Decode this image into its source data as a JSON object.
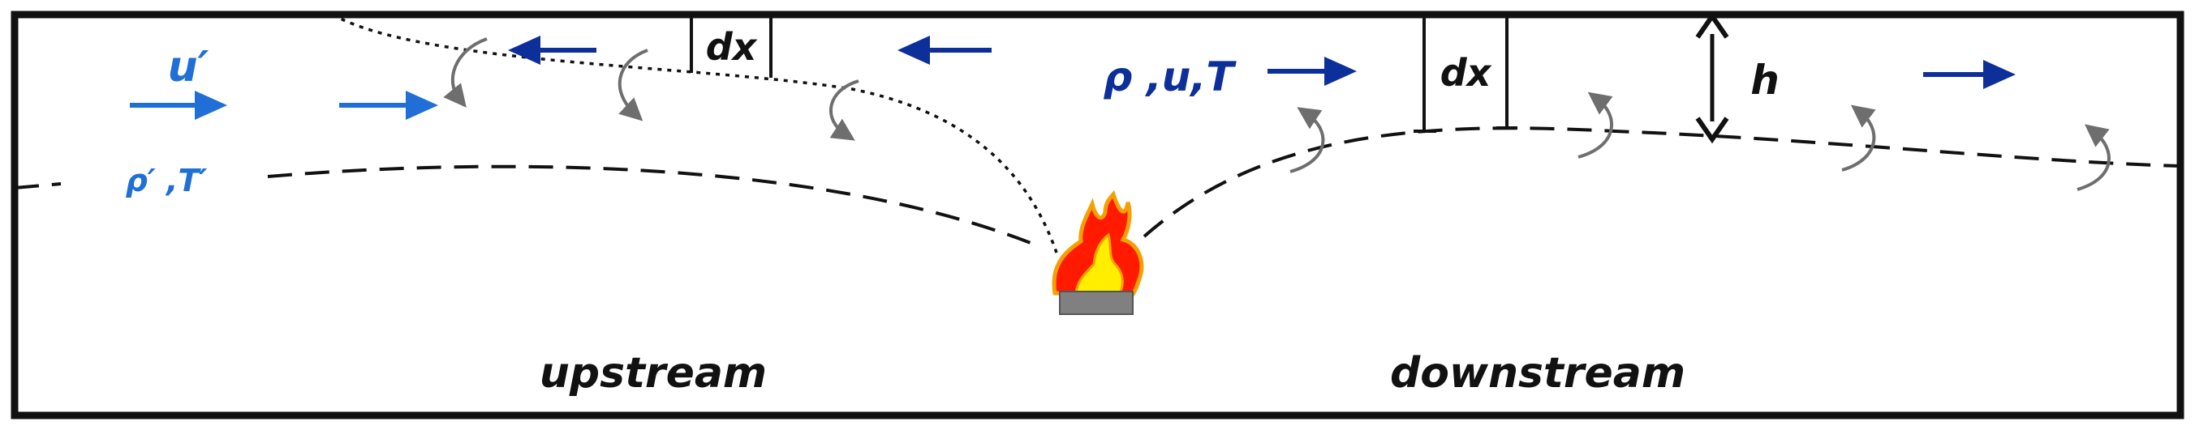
{
  "labels": {
    "u_prime": "u′",
    "rho_t_prime": "ρ′ ,T′",
    "rho_u_t": "ρ ,u,T",
    "dx_upstream": "dx",
    "dx_downstream": "dx",
    "h": "h",
    "upstream": "upstream",
    "downstream": "downstream"
  },
  "colors": {
    "light_blue": "#1f6fd6",
    "dark_blue": "#0d2f9a",
    "black": "#111111",
    "gray": "#707070",
    "flame_outer": "#ff1a00",
    "flame_inner": "#ffee00",
    "flame_border": "#f5a000",
    "burner": "#808080"
  }
}
